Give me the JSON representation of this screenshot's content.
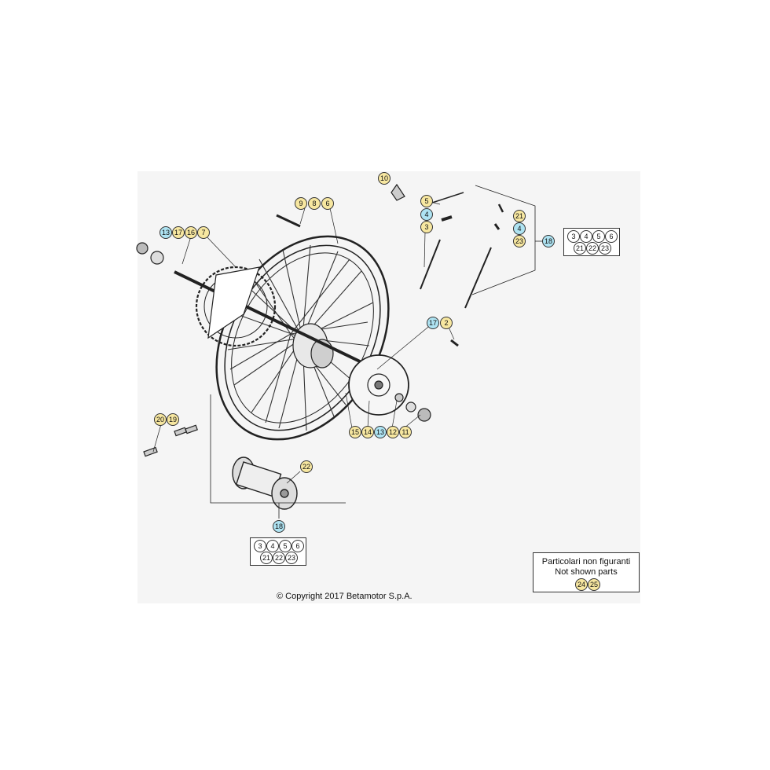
{
  "labels": {
    "l10": "10",
    "l9": "9",
    "l8": "8",
    "l6": "6",
    "l5": "5",
    "l4a": "4",
    "l3a": "3",
    "l21a": "21",
    "l4b": "4",
    "l23a": "23",
    "l18a": "18",
    "l13a": "13",
    "l17a": "17",
    "l16": "16",
    "l7": "7",
    "l17b": "17",
    "l2": "2",
    "l15": "15",
    "l14": "14",
    "l13b": "13",
    "l12": "12",
    "l11": "11",
    "l20": "20",
    "l19": "19",
    "l22a": "22",
    "l18b": "18"
  },
  "kit_top": [
    "3",
    "4",
    "5",
    "6",
    "21",
    "22",
    "23"
  ],
  "kit_bottom": [
    "3",
    "4",
    "5",
    "6",
    "21",
    "22",
    "23"
  ],
  "note": {
    "line1": "Particolari non figuranti",
    "line2": "Not shown parts",
    "parts": [
      "24",
      "25"
    ]
  },
  "copyright": "© Copyright 2017 Betamotor S.p.A.",
  "colors": {
    "yellow": "#f7e7a0",
    "blue": "#aee3f2"
  }
}
